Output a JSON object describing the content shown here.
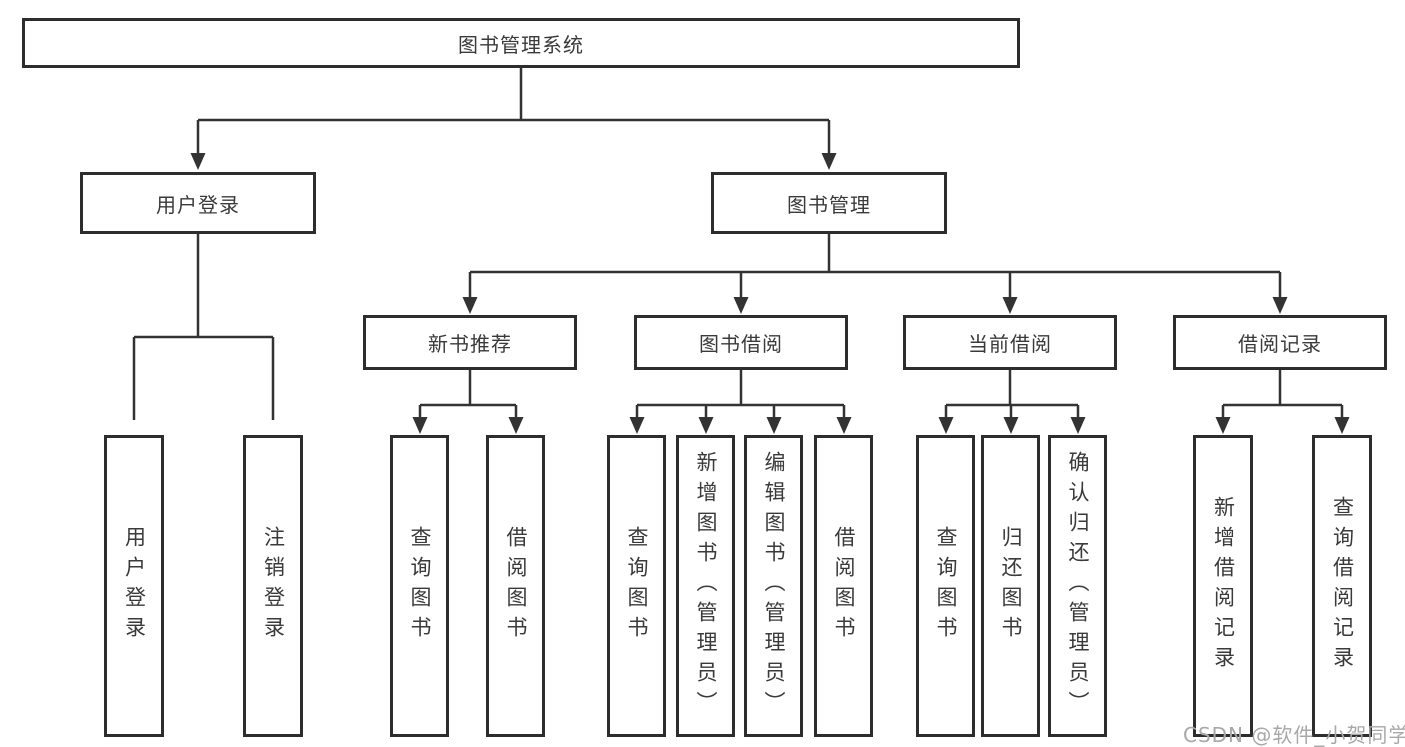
{
  "diagram": {
    "type": "tree",
    "colors": {
      "box_border": "#2d2d2d",
      "line": "#333333",
      "text": "#3a3a3a",
      "watermark": "#a8a8a8",
      "background": "#ffffff"
    },
    "nodes": {
      "root": "图书管理系统",
      "user_login": "用户登录",
      "book_management": "图书管理",
      "new_book_recommend": "新书推荐",
      "book_borrow": "图书借阅",
      "current_borrow": "当前借阅",
      "borrow_record": "借阅记录",
      "leaves": {
        "user_login": [
          "用户登录",
          "注销登录"
        ],
        "new_book_recommend": [
          "查询图书",
          "借阅图书"
        ],
        "book_borrow": [
          "查询图书",
          "新增图书（管理员）",
          "编辑图书（管理员）",
          "借阅图书"
        ],
        "current_borrow": [
          "查询图书",
          "归还图书",
          "确认归还（管理员）"
        ],
        "borrow_record": [
          "新增借阅记录",
          "查询借阅记录"
        ]
      }
    }
  },
  "watermark": {
    "text": "CSDN @软件_小贺同学"
  }
}
